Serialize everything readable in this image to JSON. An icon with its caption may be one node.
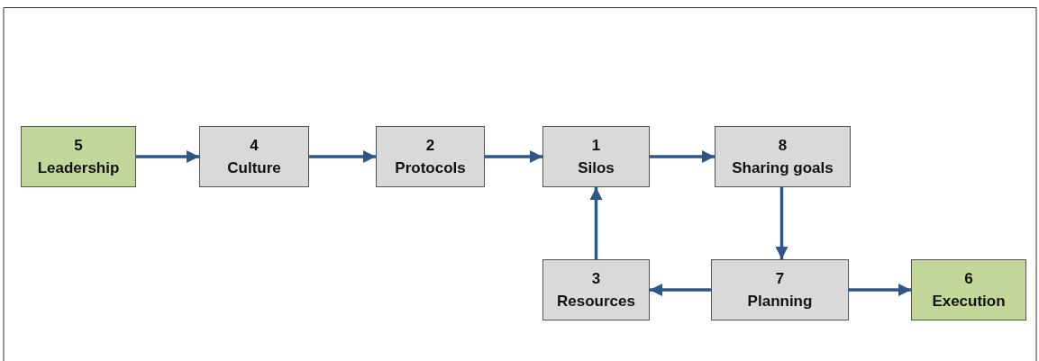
{
  "diagram": {
    "nodes": [
      {
        "text": [
          "5",
          "Leadership"
        ]
      },
      {
        "text": [
          "4",
          "Culture"
        ]
      },
      {
        "text": [
          "2",
          "Protocols"
        ]
      },
      {
        "text": [
          "1",
          "Silos"
        ]
      },
      {
        "text": [
          "8",
          "Sharing goals"
        ]
      },
      {
        "text": [
          "3",
          "Resources"
        ]
      },
      {
        "text": [
          "7",
          "Planning"
        ]
      },
      {
        "text": [
          "6",
          "Execution"
        ]
      }
    ],
    "edges": [
      {
        "from": 0,
        "to": 1,
        "arrow": "to"
      },
      {
        "from": 1,
        "to": 2,
        "arrow": "to"
      },
      {
        "from": 2,
        "to": 3,
        "arrow": "to"
      },
      {
        "from": 3,
        "to": 4,
        "arrow": "to"
      },
      {
        "from": 4,
        "to": 6,
        "arrow": "to"
      },
      {
        "from": 6,
        "to": 5,
        "arrow": "to"
      },
      {
        "from": 5,
        "to": 3,
        "arrow": "to"
      },
      {
        "from": 6,
        "to": 7,
        "arrow": "to"
      }
    ]
  }
}
